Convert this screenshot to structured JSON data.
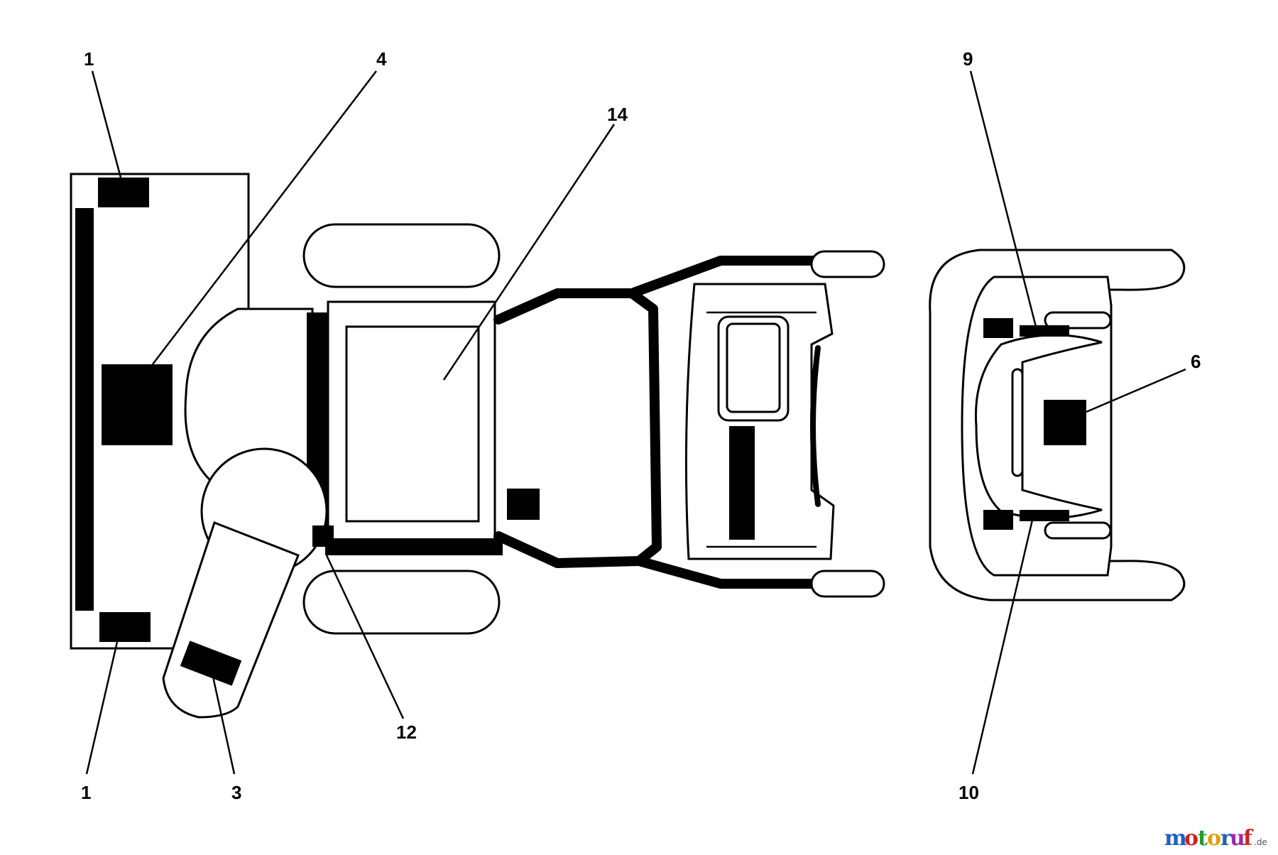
{
  "callouts": [
    {
      "id": "c1-top",
      "label": "1"
    },
    {
      "id": "c4",
      "label": "4"
    },
    {
      "id": "c14",
      "label": "14"
    },
    {
      "id": "c9",
      "label": "9"
    },
    {
      "id": "c6",
      "label": "6"
    },
    {
      "id": "c12",
      "label": "12"
    },
    {
      "id": "c1-bottom",
      "label": "1"
    },
    {
      "id": "c3",
      "label": "3"
    },
    {
      "id": "c10",
      "label": "10"
    }
  ],
  "watermark": {
    "letters": [
      "m",
      "o",
      "t",
      "o",
      "r",
      "u",
      "f"
    ],
    "colors": [
      "#1f5fbf",
      "#d02020",
      "#2a9a2a",
      "#e0a000",
      "#1f5fbf",
      "#9a2ab0",
      "#d02020"
    ],
    "suffix": ".de"
  }
}
